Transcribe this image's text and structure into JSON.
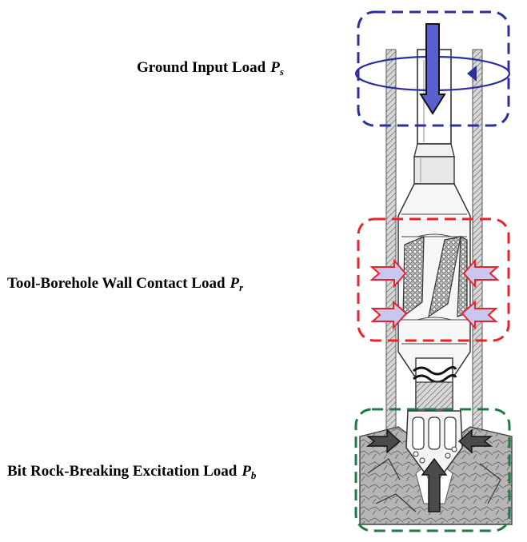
{
  "labels": {
    "ground": {
      "text": "Ground Input Load",
      "symbol": "P",
      "subscript": "s"
    },
    "contact": {
      "text": "Tool-Borehole Wall Contact Load",
      "symbol": "P",
      "subscript": "r"
    },
    "bit": {
      "text": "Bit Rock-Breaking Excitation Load",
      "symbol": "P",
      "subscript": "b"
    }
  },
  "colors": {
    "ground_box": "#2b2f9e",
    "contact_box": "#e8232a",
    "bit_box": "#1f7a45",
    "ground_arrow": "#5a5fcf",
    "contact_arrow_fill": "#c9c6ef",
    "contact_arrow_edge": "#e8232a",
    "bit_arrow": "#4a4a4a"
  }
}
